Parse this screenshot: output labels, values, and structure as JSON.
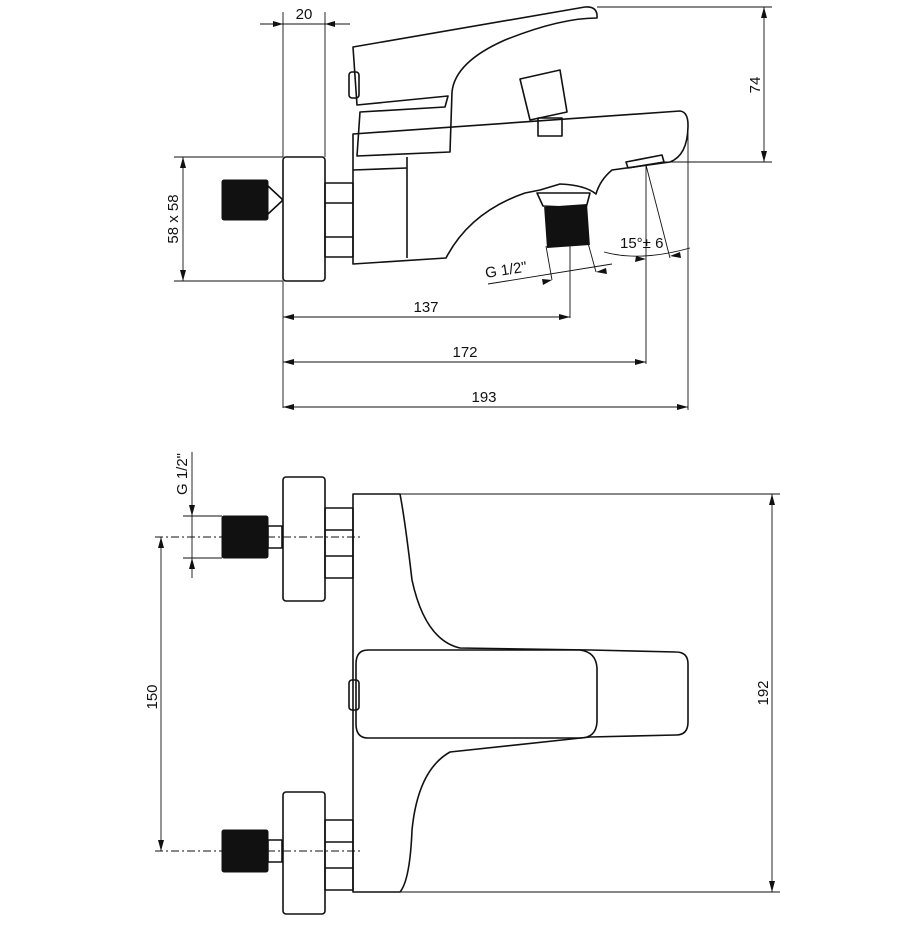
{
  "drawing": {
    "dimensions": {
      "flange_depth": "20",
      "height_top": "74",
      "flange_size": "58 x 58",
      "thread_spout": "G 1/2\"",
      "angle": "15°± 6",
      "len_outlet": "137",
      "len_spout": "172",
      "len_total": "193",
      "thread_inlet": "G 1/2\"",
      "spacing": "150",
      "width_total": "192"
    }
  }
}
